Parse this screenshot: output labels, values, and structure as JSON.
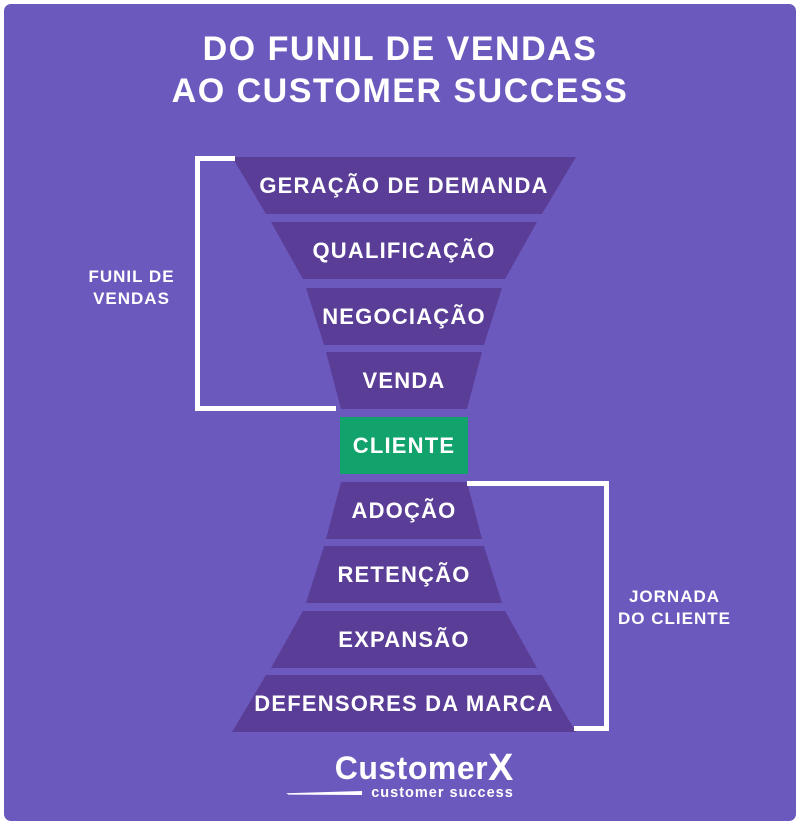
{
  "title": {
    "line1": "DO FUNIL DE VENDAS",
    "line2": "AO CUSTOMER SUCCESS"
  },
  "funnel": {
    "stages": [
      {
        "label": "GERAÇÃO DE DEMANDA"
      },
      {
        "label": "QUALIFICAÇÃO"
      },
      {
        "label": "NEGOCIAÇÃO"
      },
      {
        "label": "VENDA"
      },
      {
        "label": "CLIENTE",
        "highlight": true
      },
      {
        "label": "ADOÇÃO"
      },
      {
        "label": "RETENÇÃO"
      },
      {
        "label": "EXPANSÃO"
      },
      {
        "label": "DEFENSORES DA MARCA"
      }
    ]
  },
  "side_labels": {
    "left": {
      "line1": "FUNIL DE",
      "line2": "VENDAS"
    },
    "right": {
      "line1": "JORNADA",
      "line2": "DO CLIENTE"
    }
  },
  "logo": {
    "name_main": "Customer",
    "name_x": "X",
    "tagline": "customer success"
  },
  "colors": {
    "background": "#6C59BE",
    "funnel_segment": "#5A3D96",
    "client_highlight": "#12A26B",
    "text": "#FFFFFF",
    "frame": "#FFFFFF"
  }
}
